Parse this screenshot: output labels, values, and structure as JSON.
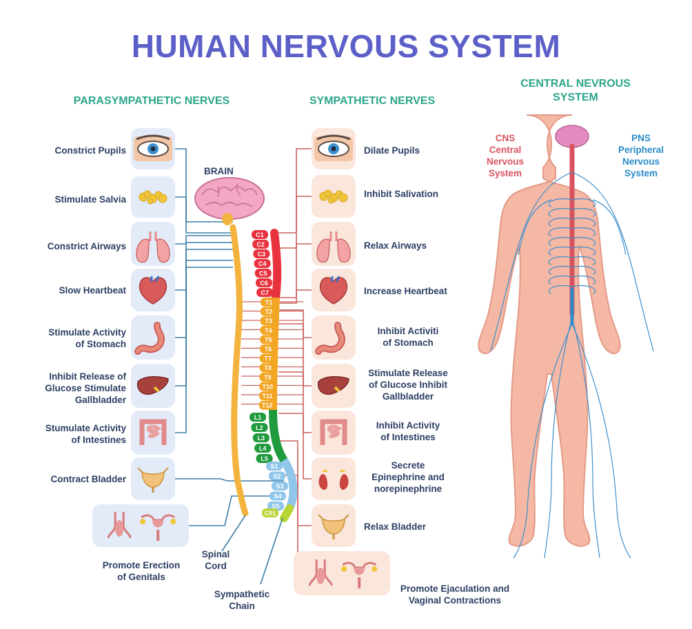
{
  "title": "HUMAN NERVOUS SYSTEM",
  "headings": {
    "parasympathetic": "PARASYMPATHETIC NERVES",
    "sympathetic": "SYMPATHETIC NERVES",
    "central": "CENTRAL NEVROUS SYSTEM"
  },
  "brain_label": "BRAIN",
  "cns_label": {
    "l1": "CNS",
    "l2": "Central",
    "l3": "Nervous",
    "l4": "System"
  },
  "pns_label": {
    "l1": "PNS",
    "l2": "Peripheral",
    "l3": "Nervous",
    "l4": "System"
  },
  "parasympathetic": [
    {
      "l1": "Constrict Pupils",
      "l2": "",
      "l3": "",
      "icon": "eye-icon"
    },
    {
      "l1": "Stimulate Salvia",
      "l2": "",
      "l3": "",
      "icon": "salivary-gland-icon"
    },
    {
      "l1": "Constrict Airways",
      "l2": "",
      "l3": "",
      "icon": "lungs-icon"
    },
    {
      "l1": "Slow Heartbeat",
      "l2": "",
      "l3": "",
      "icon": "heart-icon"
    },
    {
      "l1": "Stimulate Activity",
      "l2": "of Stomach",
      "l3": "",
      "icon": "stomach-icon"
    },
    {
      "l1": "Inhibit Release of",
      "l2": "Glucose Stimulate",
      "l3": "Gallbladder",
      "icon": "liver-icon"
    },
    {
      "l1": "Stumulate Activity",
      "l2": "of Intestines",
      "l3": "",
      "icon": "intestines-icon"
    },
    {
      "l1": "Contract Bladder",
      "l2": "",
      "l3": "",
      "icon": "bladder-icon"
    },
    {
      "l1": "Promote Erection",
      "l2": "of Genitals",
      "l3": "",
      "icon": "genitals-icon"
    }
  ],
  "sympathetic": [
    {
      "l1": "Dilate Pupils",
      "l2": "",
      "l3": "",
      "icon": "eye-icon"
    },
    {
      "l1": "Inhibit Salivation",
      "l2": "",
      "l3": "",
      "icon": "salivary-gland-icon"
    },
    {
      "l1": "Relax Airways",
      "l2": "",
      "l3": "",
      "icon": "lungs-icon"
    },
    {
      "l1": "Increase Heartbeat",
      "l2": "",
      "l3": "",
      "icon": "heart-icon"
    },
    {
      "l1": "Inhibit Activiti",
      "l2": "of Stomach",
      "l3": "",
      "icon": "stomach-icon"
    },
    {
      "l1": "Stimulate Release",
      "l2": "of Glucose Inhibit",
      "l3": "Gallbladder",
      "icon": "liver-icon"
    },
    {
      "l1": "Inhibit Activity",
      "l2": "of Intestines",
      "l3": "",
      "icon": "intestines-icon"
    },
    {
      "l1": "Secrete",
      "l2": "Epinephrine and",
      "l3": "norepinephrine",
      "icon": "adrenal-icon"
    },
    {
      "l1": "Relax Bladder",
      "l2": "",
      "l3": "",
      "icon": "bladder-icon"
    },
    {
      "l1": "Promote Ejaculation and",
      "l2": "Vaginal Contractions",
      "l3": "",
      "icon": "genitals-icon"
    }
  ],
  "spinal_cord_label": {
    "l1": "Spinal",
    "l2": "Cord"
  },
  "sympathetic_chain_label": {
    "l1": "Sympathetic",
    "l2": "Chain"
  },
  "vertebrae": {
    "cervical": [
      "C1",
      "C2",
      "C3",
      "C4",
      "C5",
      "C6",
      "C7"
    ],
    "thoracic": [
      "T1",
      "T2",
      "T3",
      "T4",
      "T5",
      "T6",
      "T7",
      "T8",
      "T9",
      "T10",
      "T11",
      "T12"
    ],
    "lumbar": [
      "L1",
      "L2",
      "L3",
      "L4",
      "L5"
    ],
    "sacral": [
      "S1",
      "S2",
      "S3",
      "S4",
      "S5"
    ],
    "coccygeal": [
      "C01"
    ]
  },
  "colors": {
    "title": "#5b5fc7",
    "heading": "#2aa58a",
    "cervical": "#e8333f",
    "thoracic": "#f2a623",
    "lumbar": "#1f9a3d",
    "sacral": "#8fc6ea",
    "coccygeal": "#b7d433",
    "cns": "#d9535f",
    "pns": "#2a8bc9",
    "body_skin": "#f5b8a5",
    "para_line": "#3a7ea8",
    "symp_line": "#c9605a"
  }
}
